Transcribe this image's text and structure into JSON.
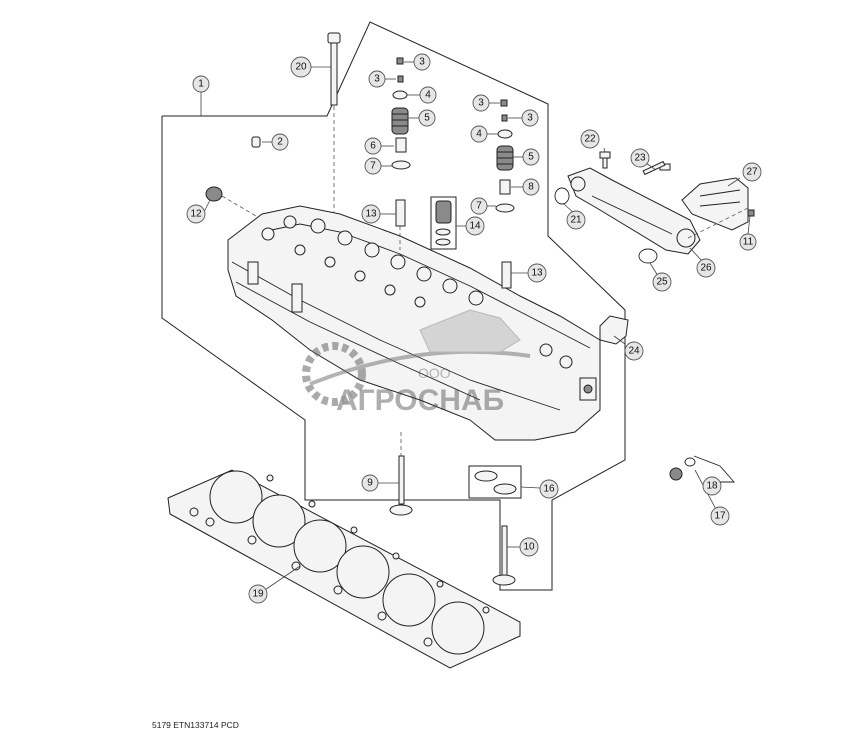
{
  "diagram": {
    "callouts": [
      {
        "id": "c1",
        "label": "1"
      },
      {
        "id": "c2",
        "label": "2"
      },
      {
        "id": "c3a",
        "label": "3"
      },
      {
        "id": "c3b",
        "label": "3"
      },
      {
        "id": "c4a",
        "label": "4"
      },
      {
        "id": "c5a",
        "label": "5"
      },
      {
        "id": "c6",
        "label": "6"
      },
      {
        "id": "c7a",
        "label": "7"
      },
      {
        "id": "c3c",
        "label": "3"
      },
      {
        "id": "c3d",
        "label": "3"
      },
      {
        "id": "c4b",
        "label": "4"
      },
      {
        "id": "c5b",
        "label": "5"
      },
      {
        "id": "c8",
        "label": "8"
      },
      {
        "id": "c7b",
        "label": "7"
      },
      {
        "id": "c9",
        "label": "9"
      },
      {
        "id": "c10",
        "label": "10"
      },
      {
        "id": "c11",
        "label": "11"
      },
      {
        "id": "c12",
        "label": "12"
      },
      {
        "id": "c13a",
        "label": "13"
      },
      {
        "id": "c13b",
        "label": "13"
      },
      {
        "id": "c14",
        "label": "14"
      },
      {
        "id": "c16",
        "label": "16"
      },
      {
        "id": "c17",
        "label": "17"
      },
      {
        "id": "c18",
        "label": "18"
      },
      {
        "id": "c19",
        "label": "19"
      },
      {
        "id": "c20",
        "label": "20"
      },
      {
        "id": "c21",
        "label": "21"
      },
      {
        "id": "c22",
        "label": "22"
      },
      {
        "id": "c23",
        "label": "23"
      },
      {
        "id": "c24",
        "label": "24"
      },
      {
        "id": "c25",
        "label": "25"
      },
      {
        "id": "c26",
        "label": "26"
      },
      {
        "id": "c27",
        "label": "27"
      }
    ],
    "watermark": {
      "company_form": "ООО",
      "company_name": "АГРОСНАБ"
    },
    "footer_code": "5179 ETN133714 PCD"
  }
}
